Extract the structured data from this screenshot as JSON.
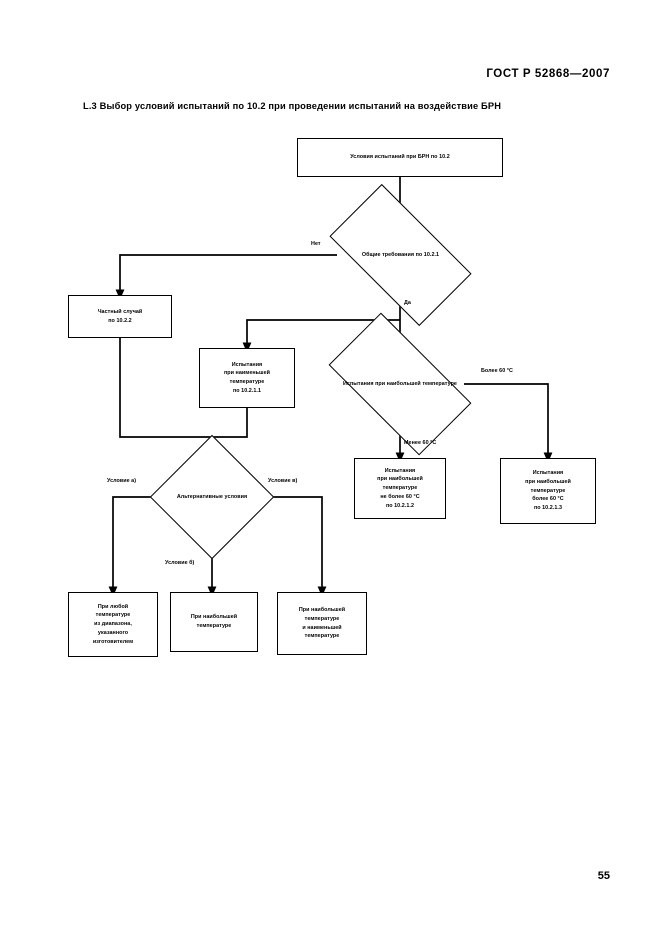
{
  "document": {
    "header": "ГОСТ Р 52868—2007",
    "section_title": "L.3  Выбор условий испытаний по 10.2 при проведении испытаний на воздействие БРН",
    "page_number": "55"
  },
  "flowchart": {
    "type": "flowchart",
    "nodes": {
      "start": {
        "shape": "process",
        "lines": [
          "Условия испытаний при БРН по 10.2"
        ]
      },
      "decision_general": {
        "shape": "decision",
        "lines": [
          "Общие",
          "требования",
          "по 10.2.1"
        ]
      },
      "special_case": {
        "shape": "process",
        "lines": [
          "Частный случай",
          "по 10.2.2"
        ]
      },
      "test_min_temp": {
        "shape": "process",
        "lines": [
          "Испытания",
          "при наименьшей",
          "температуре",
          "по 10.2.1.1"
        ]
      },
      "decision_max_temp": {
        "shape": "decision",
        "lines": [
          "Испытания",
          "при наибольшей",
          "температуре"
        ]
      },
      "test_max_not_above_60": {
        "shape": "process",
        "lines": [
          "Испытания",
          "при наибольшей",
          "температуре",
          "не более 60 °C",
          "по 10.2.1.2"
        ]
      },
      "test_max_above_60": {
        "shape": "process",
        "lines": [
          "Испытания",
          "при наибольшей",
          "температуре",
          "более 60 °C",
          "по 10.2.1.3"
        ]
      },
      "decision_alternative": {
        "shape": "decision",
        "lines": [
          "Альтернативные",
          "условия"
        ]
      },
      "result_any_temp": {
        "shape": "process",
        "lines": [
          "При любой",
          "температуре",
          "из диапазона,",
          "указанного",
          "изготовителем"
        ]
      },
      "result_max_temp": {
        "shape": "process",
        "lines": [
          "При наибольшей",
          "температуре"
        ]
      },
      "result_max_and_min_temp": {
        "shape": "process",
        "lines": [
          "При наибольшей",
          "температуре",
          "и наименьшей",
          "температуре"
        ]
      }
    },
    "edge_labels": {
      "no": "Нет",
      "yes": "Да",
      "more_than_60": "Более 60 °C",
      "less_than_60": "Менее 60 °C",
      "condition_a": "Условие а)",
      "condition_b": "Условие б)",
      "condition_v": "Условие в)"
    },
    "colors": {
      "stroke": "#000000",
      "fill": "#ffffff"
    }
  }
}
